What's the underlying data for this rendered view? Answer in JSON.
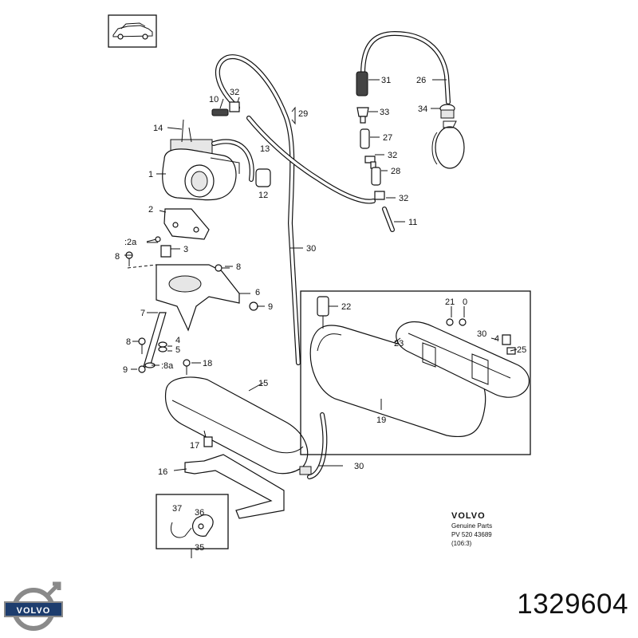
{
  "part_number": "1329604",
  "brand": {
    "logo_text": "VOLVO"
  },
  "stamp": {
    "brand": "VOLVO",
    "line1": "Genuine Parts",
    "line2": "PV 520  43689",
    "line3": "(106:3)"
  },
  "callouts": [
    {
      "id": "c-31",
      "text": "31"
    },
    {
      "id": "c-26",
      "text": "26"
    },
    {
      "id": "c-33",
      "text": "33"
    },
    {
      "id": "c-34",
      "text": "34"
    },
    {
      "id": "c-27",
      "text": "27"
    },
    {
      "id": "c-32a",
      "text": "32"
    },
    {
      "id": "c-28",
      "text": "28"
    },
    {
      "id": "c-32b",
      "text": "32"
    },
    {
      "id": "c-11",
      "text": "11"
    },
    {
      "id": "c-32c",
      "text": "32"
    },
    {
      "id": "c-10",
      "text": "10"
    },
    {
      "id": "c-29",
      "text": "29"
    },
    {
      "id": "c-14",
      "text": "14"
    },
    {
      "id": "c-13",
      "text": "13"
    },
    {
      "id": "c-1",
      "text": "1"
    },
    {
      "id": "c-12",
      "text": "12"
    },
    {
      "id": "c-2",
      "text": "2"
    },
    {
      "id": "c-2a",
      "text": ":2a"
    },
    {
      "id": "c-3",
      "text": "3"
    },
    {
      "id": "c-8a",
      "text": "8"
    },
    {
      "id": "c-30a",
      "text": "30"
    },
    {
      "id": "c-8b",
      "text": "8"
    },
    {
      "id": "c-6",
      "text": "6"
    },
    {
      "id": "c-9a",
      "text": "9"
    },
    {
      "id": "c-7",
      "text": "7"
    },
    {
      "id": "c-8c",
      "text": "8"
    },
    {
      "id": "c-4a",
      "text": "4"
    },
    {
      "id": "c-5",
      "text": "5"
    },
    {
      "id": "c-9b",
      "text": "9"
    },
    {
      "id": "c-8a2",
      "text": ":8a"
    },
    {
      "id": "c-18",
      "text": "18"
    },
    {
      "id": "c-15",
      "text": "15"
    },
    {
      "id": "c-17",
      "text": "17"
    },
    {
      "id": "c-16",
      "text": "16"
    },
    {
      "id": "c-30b",
      "text": "30"
    },
    {
      "id": "c-37",
      "text": "37"
    },
    {
      "id": "c-36",
      "text": "36"
    },
    {
      "id": "c-35",
      "text": "35"
    },
    {
      "id": "c-22",
      "text": "22"
    },
    {
      "id": "c-21",
      "text": "21"
    },
    {
      "id": "c-20",
      "text": "0"
    },
    {
      "id": "c-30c",
      "text": "30"
    },
    {
      "id": "c-4b",
      "text": "4"
    },
    {
      "id": "c-23",
      "text": "23"
    },
    {
      "id": "c-25",
      "text": "25"
    },
    {
      "id": "c-19",
      "text": "19"
    }
  ]
}
